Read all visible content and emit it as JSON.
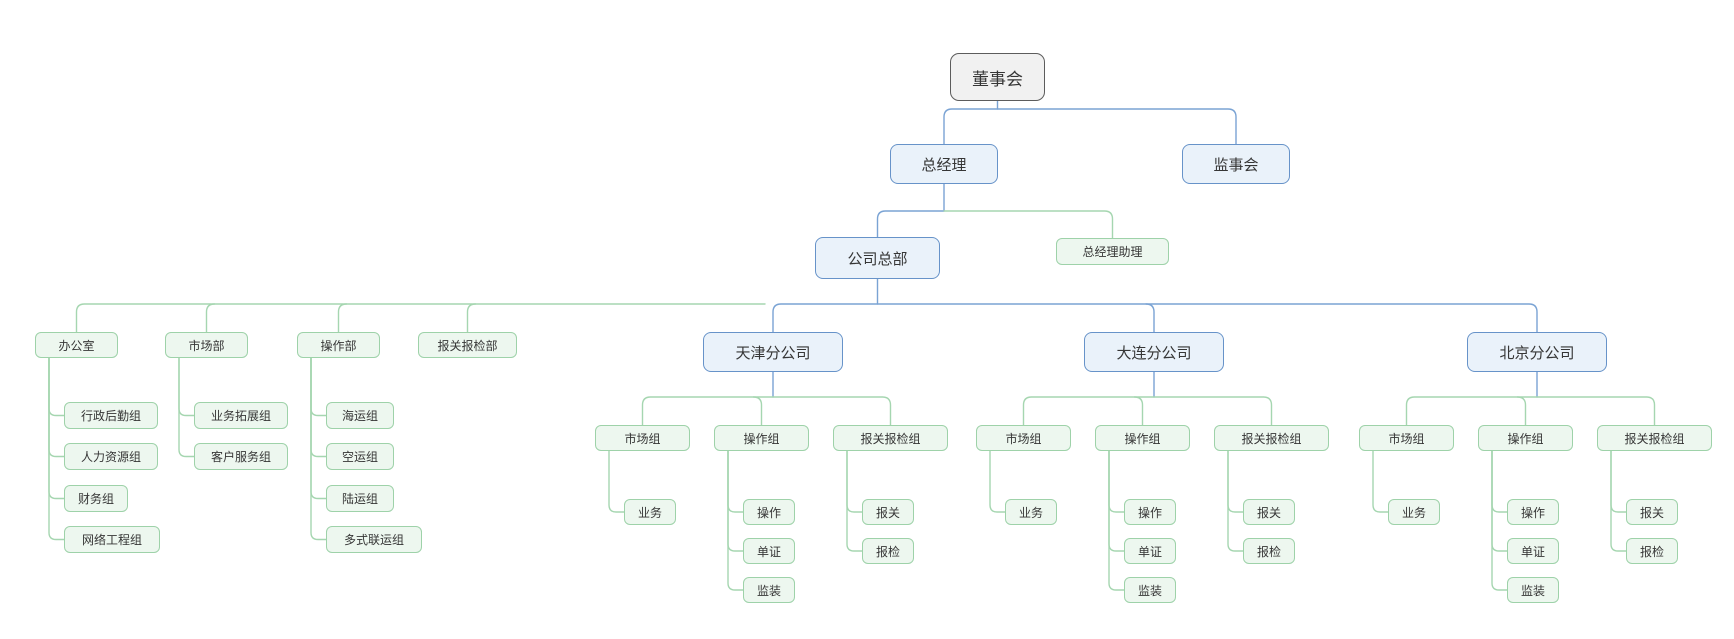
{
  "colors": {
    "root_fill": "#f1f1f1",
    "root_border": "#5c5c5c",
    "blue_fill": "#eaf2fa",
    "blue_border": "#6793c9",
    "blue_line": "#7aa3d4",
    "green_fill": "#edf7ef",
    "green_border": "#9ed2a9",
    "green_line": "#a5d6b0",
    "text": "#363636"
  },
  "org": {
    "root": "董事会",
    "general_manager": "总经理",
    "supervisory_board": "监事会",
    "headquarters": "公司总部",
    "gm_assistant": "总经理助理",
    "departments": [
      {
        "label": "办公室",
        "children": [
          "行政后勤组",
          "人力资源组",
          "财务组",
          "网络工程组"
        ]
      },
      {
        "label": "市场部",
        "children": [
          "业务拓展组",
          "客户服务组"
        ]
      },
      {
        "label": "操作部",
        "children": [
          "海运组",
          "空运组",
          "陆运组",
          "多式联运组"
        ]
      },
      {
        "label": "报关报检部",
        "children": []
      }
    ],
    "branches": [
      {
        "label": "天津分公司",
        "groups": [
          {
            "label": "市场组",
            "children": [
              "业务"
            ]
          },
          {
            "label": "操作组",
            "children": [
              "操作",
              "单证",
              "监装"
            ]
          },
          {
            "label": "报关报检组",
            "children": [
              "报关",
              "报检"
            ]
          }
        ]
      },
      {
        "label": "大连分公司",
        "groups": [
          {
            "label": "市场组",
            "children": [
              "业务"
            ]
          },
          {
            "label": "操作组",
            "children": [
              "操作",
              "单证",
              "监装"
            ]
          },
          {
            "label": "报关报检组",
            "children": [
              "报关",
              "报检"
            ]
          }
        ]
      },
      {
        "label": "北京分公司",
        "groups": [
          {
            "label": "市场组",
            "children": [
              "业务"
            ]
          },
          {
            "label": "操作组",
            "children": [
              "操作",
              "单证",
              "监装"
            ]
          },
          {
            "label": "报关报检组",
            "children": [
              "报关",
              "报检"
            ]
          }
        ]
      }
    ]
  }
}
